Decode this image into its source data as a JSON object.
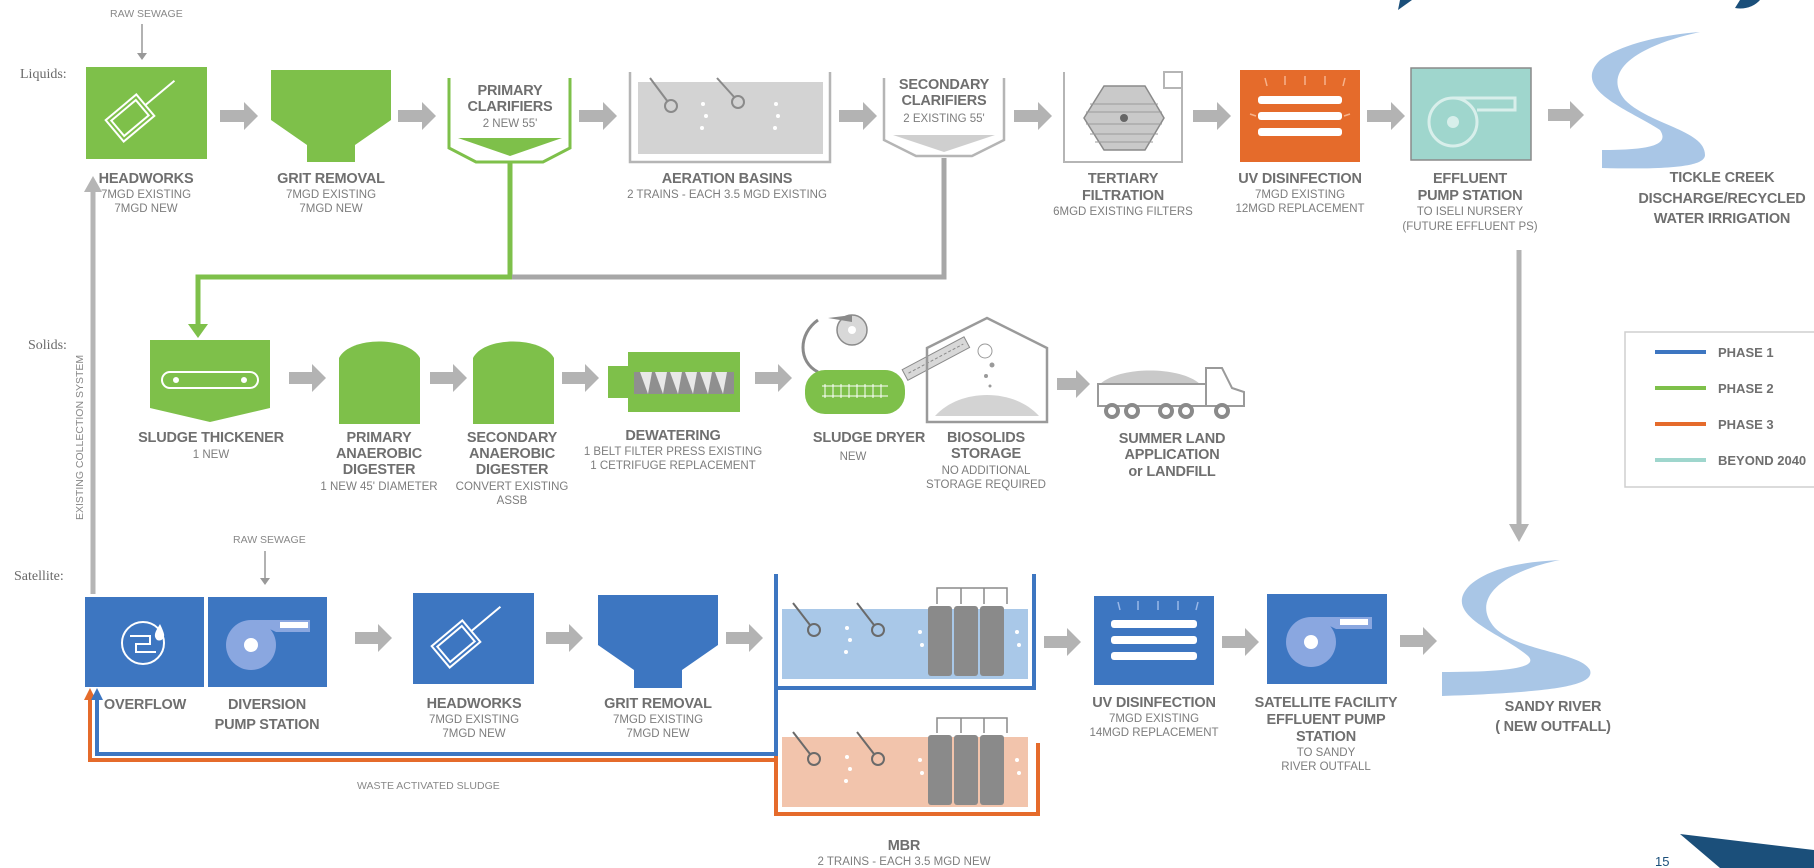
{
  "rows": {
    "liquids": "Liquids:",
    "solids": "Solids:",
    "satellite": "Satellite:"
  },
  "annotations": {
    "raw_sewage_top": "RAW SEWAGE",
    "raw_sewage_bottom": "RAW SEWAGE",
    "collection_system": "EXISTING COLLECTION SYSTEM",
    "was": "WASTE ACTIVATED SLUDGE"
  },
  "liquids": {
    "headworks": {
      "title": "HEADWORKS",
      "sub1": "7MGD EXISTING",
      "sub2": "7MGD NEW"
    },
    "grit": {
      "title": "GRIT REMOVAL",
      "sub1": "7MGD EXISTING",
      "sub2": "7MGD NEW"
    },
    "primary": {
      "title1": "PRIMARY",
      "title2": "CLARIFIERS",
      "sub1": "2 NEW 55'"
    },
    "aeration": {
      "title": "AERATION BASINS",
      "sub1": "2 TRAINS - EACH 3.5 MGD EXISTING"
    },
    "secondary": {
      "title1": "SECONDARY",
      "title2": "CLARIFIERS",
      "sub1": "2 EXISTING 55'"
    },
    "tertiary": {
      "title1": "TERTIARY",
      "title2": "FILTRATION",
      "sub1": "6MGD EXISTING FILTERS"
    },
    "uv": {
      "title": "UV DISINFECTION",
      "sub1": "7MGD EXISTING",
      "sub2": "12MGD REPLACEMENT"
    },
    "effluent": {
      "title1": "EFFLUENT",
      "title2": "PUMP STATION",
      "sub1": "TO ISELI NURSERY",
      "sub2": "(FUTURE EFFLUENT PS)"
    },
    "tickle": {
      "title1": "TICKLE CREEK",
      "title2": "DISCHARGE/RECYCLED",
      "title3": "WATER IRRIGATION"
    }
  },
  "solids": {
    "thickener": {
      "title": "SLUDGE THICKENER",
      "sub1": "1 NEW"
    },
    "primary_dig": {
      "title1": "PRIMARY",
      "title2": "ANAEROBIC",
      "title3": "DIGESTER",
      "sub1": "1 NEW 45' DIAMETER"
    },
    "secondary_dig": {
      "title1": "SECONDARY",
      "title2": "ANAEROBIC",
      "title3": "DIGESTER",
      "sub1": "CONVERT EXISTING",
      "sub2": "ASSB"
    },
    "dewatering": {
      "title": "DEWATERING",
      "sub1": "1 BELT FILTER PRESS EXISTING",
      "sub2": "1 CETRIFUGE REPLACEMENT"
    },
    "dryer": {
      "title": "SLUDGE DRYER",
      "sub1": "NEW"
    },
    "biosolids": {
      "title1": "BIOSOLIDS",
      "title2": "STORAGE",
      "sub1": "NO ADDITIONAL",
      "sub2": "STORAGE REQUIRED"
    },
    "land": {
      "title1": "SUMMER LAND",
      "title2": "APPLICATION",
      "title3": "or LANDFILL"
    }
  },
  "satellite": {
    "overflow": {
      "title": "OVERFLOW"
    },
    "diversion": {
      "title1": "DIVERSION",
      "title2": "PUMP STATION"
    },
    "headworks": {
      "title": "HEADWORKS",
      "sub1": "7MGD EXISTING",
      "sub2": "7MGD NEW"
    },
    "grit": {
      "title": "GRIT REMOVAL",
      "sub1": "7MGD EXISTING",
      "sub2": "7MGD NEW"
    },
    "mbr": {
      "title": "MBR",
      "sub1": "2 TRAINS - EACH 3.5 MGD NEW"
    },
    "uv": {
      "title": "UV DISINFECTION",
      "sub1": "7MGD EXISTING",
      "sub2": "14MGD REPLACEMENT"
    },
    "effluent": {
      "title1": "SATELLITE FACILITY",
      "title2": "EFFLUENT PUMP",
      "title3": "STATION",
      "sub1": "TO SANDY",
      "sub2": "RIVER OUTFALL"
    },
    "sandy": {
      "title1": "SANDY RIVER",
      "title2": "( NEW OUTFALL)"
    }
  },
  "legend": {
    "items": [
      {
        "label": "PHASE 1",
        "color": "#3d76c1"
      },
      {
        "label": "PHASE 2",
        "color": "#7ec04a"
      },
      {
        "label": "PHASE 3",
        "color": "#e56b2b"
      },
      {
        "label": "BEYOND 2040",
        "color": "#9fd6cd"
      }
    ]
  },
  "corner_number": "15",
  "colors": {
    "phase1": "#3d76c1",
    "phase2": "#7ec04a",
    "phase3": "#e56b2b",
    "beyond": "#9fd6cd",
    "existing": "#b5b5b5",
    "river": "#a9c6e6",
    "title_accent": "#1b4f7a"
  }
}
